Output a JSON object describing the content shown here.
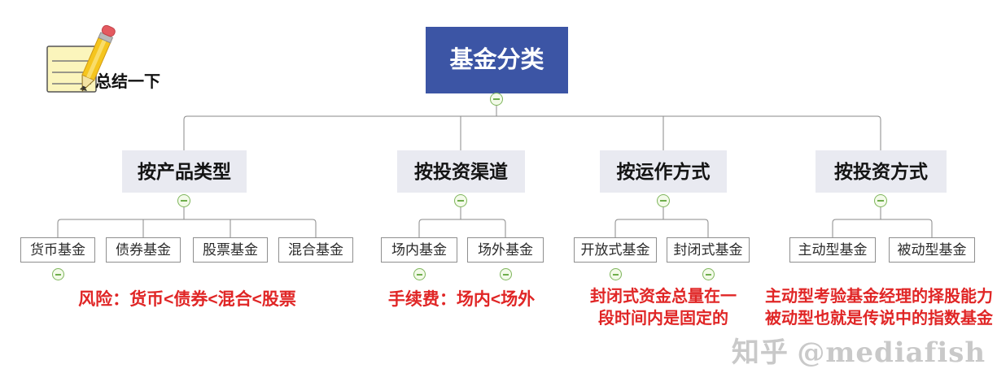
{
  "note": {
    "label": "总结一下"
  },
  "root": {
    "label": "基金分类"
  },
  "branches": [
    {
      "label": "按产品类型",
      "children": [
        "货币基金",
        "债券基金",
        "股票基金",
        "混合基金"
      ],
      "annotation": "风险：货币<债券<混合<股票"
    },
    {
      "label": "按投资渠道",
      "children": [
        "场内基金",
        "场外基金"
      ],
      "annotation": "手续费：场内<场外"
    },
    {
      "label": "按运作方式",
      "children": [
        "开放式基金",
        "封闭式基金"
      ],
      "annotation": "封闭式资金总量在一\n段时间内是固定的"
    },
    {
      "label": "按投资方式",
      "children": [
        "主动型基金",
        "被动型基金"
      ],
      "annotation": "主动型考验基金经理的择股能力\n被动型也就是传说中的指数基金"
    }
  ],
  "watermark": {
    "brand": "知乎",
    "handle": "@mediafish"
  },
  "colors": {
    "root_bg": "#3C55A5",
    "root_text": "#FFFFFF",
    "branch_bg": "#E9EAF1",
    "leaf_border": "#8F8F8F",
    "annotation_red": "#E02626",
    "toggle_green": "#7FB65C",
    "connector_gray": "#8A8A8A",
    "watermark_gray": "#C9C9C9",
    "note_pad_yellow": "#FBF5BC",
    "pencil_yellow": "#F5C51E",
    "eraser_red": "#E45A60"
  }
}
